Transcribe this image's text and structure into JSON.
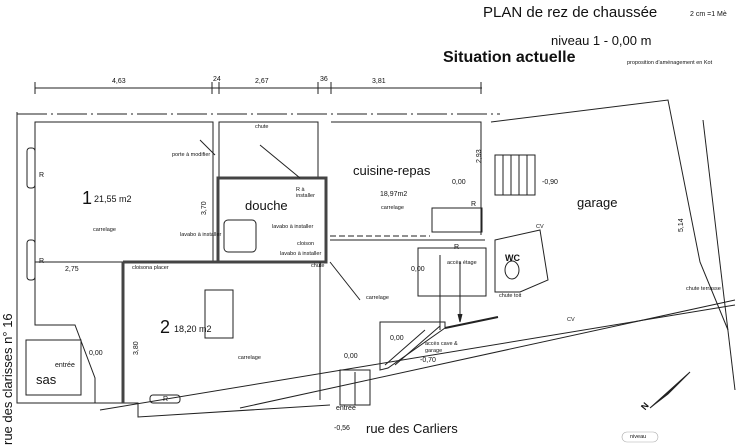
{
  "header": {
    "title": "PLAN de rez de chaussée",
    "scale": "2 cm =1 Mè",
    "level": "niveau 1   - 0,00 m",
    "situation": "Situation  actuelle",
    "proposal": "proposition d'aménagement en Kot"
  },
  "dimensions": {
    "top": [
      "4,63",
      "24",
      "2,67",
      "36",
      "3,81"
    ],
    "room1_width": "2,75",
    "room1_height": "3,70",
    "room2_height": "3,80",
    "kitchen_height": "2,93",
    "garage_length": "5,14"
  },
  "rooms": {
    "room1": {
      "number": "1",
      "area": "21,55 m2",
      "floor": "carrelage",
      "radiator1": "R",
      "radiator2": "R"
    },
    "room2": {
      "number": "2",
      "area": "18,20 m2",
      "floor": "carrelage",
      "partition": "cloisona placer",
      "radiator": "R"
    },
    "shower": {
      "name": "douche",
      "chute": "chute",
      "door_note": "porte à modifier",
      "radiator_note": "R à installer",
      "sink1": "lavabo à installer",
      "sink2": "lavabo à installer",
      "sink3": "lavabo à installer",
      "partition": "cloison",
      "chute2": "chute"
    },
    "kitchen": {
      "name": "cuisine-repas",
      "area": "18,97m2",
      "floor": "carrelage",
      "level": "0,00",
      "radiator": "R",
      "floor2": "carrelage"
    },
    "stairs": {
      "radiator": "R",
      "label": "accès étage",
      "level": "0,00",
      "cellar_label1": "accès cave &",
      "cellar_label2": "garage",
      "cellar_level_top": "0,00",
      "cellar_level": "-0,70"
    },
    "garage": {
      "name": "garage",
      "level": "-0,90",
      "cv1": "CV",
      "cv2": "CV",
      "chute_terrasse": "chute terrasse"
    },
    "wc": {
      "name": "WC",
      "chute_toit": "chute toit"
    },
    "sas": {
      "name": "sas",
      "entry": "entrée",
      "level": "0,00"
    },
    "main_entry": {
      "label": "entrée",
      "level": "0,00",
      "street_level": "-0,56"
    }
  },
  "streets": {
    "south": "rue des Carliers",
    "west": "rue des clarisses n° 16"
  },
  "compass": {
    "label": "N"
  },
  "legend": {
    "level_tag": "niveau"
  }
}
